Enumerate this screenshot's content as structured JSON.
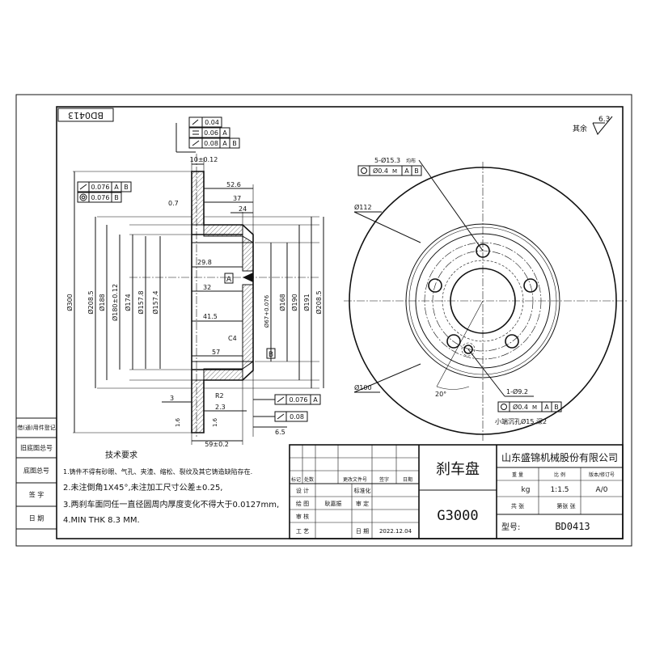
{
  "drawing": {
    "part_no_rotated": "BD0413",
    "surface_finish": "其余",
    "surface_value": "6.3",
    "gdt": {
      "top_flatness": "0.04",
      "top_parallel": "0.06",
      "top_parallel_ref": "A",
      "top_runout": "0.08",
      "top_runout_ref_a": "A",
      "top_runout_ref_b": "B",
      "left_parallel": "0.076",
      "left_parallel_ref_a": "A",
      "left_parallel_ref_b": "B",
      "left_concentric": "0.076",
      "left_concentric_ref": "B",
      "hole_position": "Ø0.4",
      "hole_mod": "M",
      "hole_ref_a": "A",
      "hole_ref_b": "B",
      "bottom_parallel": "0.076",
      "bottom_parallel_ref": "A",
      "bottom_flatness": "0.08",
      "pin_position": "Ø0.4",
      "pin_mod": "M",
      "pin_ref_a": "A",
      "pin_ref_b": "B"
    },
    "datums": {
      "a": "A",
      "b": "B"
    },
    "dims": {
      "d10": "10±0.12",
      "d0_7": "0.7",
      "d52_6": "52.6",
      "d37": "37",
      "d24": "24",
      "d29_8": "29.8",
      "d32": "32",
      "d41_5": "41.5",
      "d57": "57",
      "c4": "C4",
      "r2": "R2",
      "d3": "3",
      "d2_3": "2.3",
      "d6_5": "6.5",
      "d59": "59±0.2",
      "d300": "Ø300",
      "d208_5": "Ø208.5",
      "d188": "Ø188",
      "d180": "Ø180±0.12",
      "d174": "Ø174",
      "d157_8": "Ø157.8",
      "d157_4": "Ø157.4",
      "d67": "Ø67+0.076",
      "d168": "Ø168",
      "d190": "Ø190",
      "d191": "Ø191",
      "d208_5r": "Ø208.5",
      "d112": "Ø112",
      "d100": "Ø100",
      "bolt_holes": "5-Ø15.3",
      "bolt_holes_note": "均布",
      "pin_hole": "1-Ø9.2",
      "pin_countersink": "小端沉孔Ø15  深2",
      "angle20": "20°",
      "r1_6a": "1.6",
      "r1_6b": "1.6"
    },
    "notes": {
      "title": "技术要求",
      "lines": [
        "1.铸件不得有砂眼、气孔、夹渣、缩松、裂纹及其它铸造缺陷存在.",
        "2.未注倒角1X45°,未注加工尺寸公差±0.25,",
        "3.两刹车面同任一直径圆周内厚度变化不得大于0.0127mm,",
        "4.MIN THK 8.3 MM."
      ]
    },
    "side_labels": [
      "借(通)用件登记",
      "旧底图总号",
      "底图总号",
      "签  字",
      "日  期"
    ]
  },
  "title_block": {
    "part_name": "刹车盘",
    "material": "G3000",
    "company": "山东盛锦机械股份有限公司",
    "model_label": "型号:",
    "model_value": "BD0413",
    "revision_headers": [
      "标记",
      "处数",
      "更改文件号",
      "签字",
      "日期"
    ],
    "designer": "设  计",
    "standardize": "标准化",
    "draft": "绘  图",
    "drafter": "耿嘉振",
    "approve": "审  定",
    "check": "审  核",
    "process": "工  艺",
    "date_label": "日  期",
    "date_value": "2022.12.04",
    "weight": "重  量",
    "scale": "比  例",
    "version": "版本/修订号",
    "weight_unit": "kg",
    "scale_value": "1:1.5",
    "version_value": "A/0",
    "sheets": "共    张",
    "sheet_no": "第张  张"
  }
}
